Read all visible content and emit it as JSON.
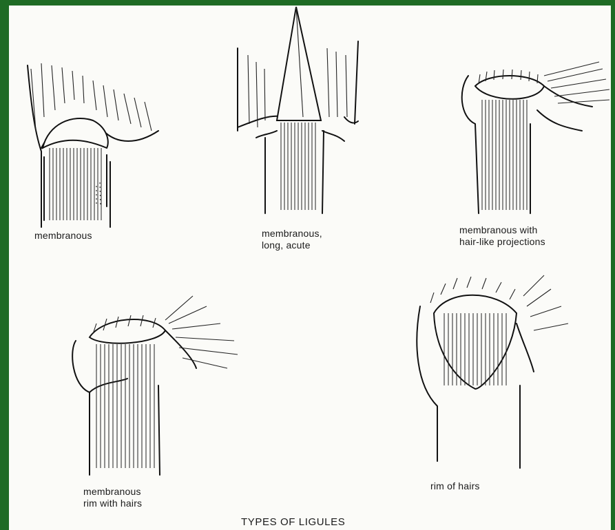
{
  "figure": {
    "title": "TYPES OF LIGULES",
    "ligules": [
      {
        "id": "a",
        "label_lines": [
          "membranous"
        ]
      },
      {
        "id": "b",
        "label_lines": [
          "membranous,",
          "long, acute"
        ]
      },
      {
        "id": "c",
        "label_lines": [
          "membranous with",
          "hair-like projections"
        ]
      },
      {
        "id": "d",
        "label_lines": [
          "membranous",
          "rim with hairs"
        ]
      },
      {
        "id": "e",
        "label_lines": [
          "rim of hairs"
        ]
      }
    ]
  },
  "colors": {
    "frame": "#1f6b25",
    "paper": "#fbfbf8",
    "ink": "#111111"
  }
}
